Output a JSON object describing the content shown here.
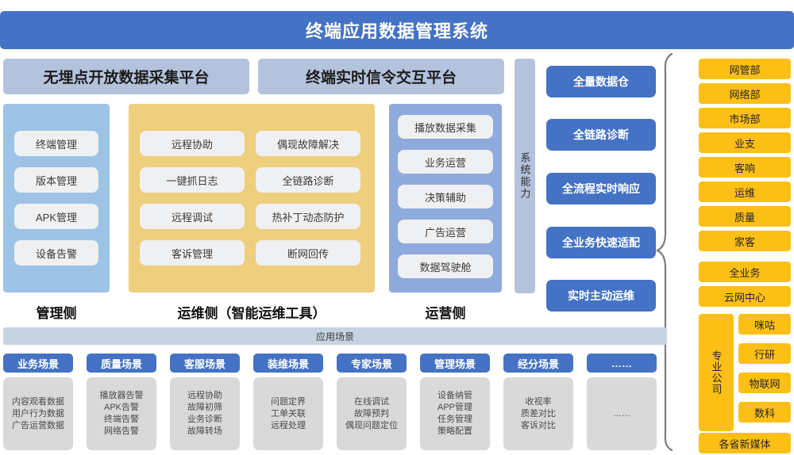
{
  "header": {
    "title": "终端应用数据管理系统"
  },
  "platforms": [
    {
      "label": "无埋点开放数据采集平台"
    },
    {
      "label": "终端实时信令交互平台"
    }
  ],
  "panels": {
    "manage": {
      "caption": "管理侧",
      "color": "#9dc3e6",
      "items": [
        "终端管理",
        "版本管理",
        "APK管理",
        "设备告警"
      ]
    },
    "ops": {
      "caption": "运维侧（智能运维工具）",
      "color": "#eecf7e",
      "col_a": [
        "远程协助",
        "一键抓日志",
        "远程调试",
        "客诉管理"
      ],
      "col_b": [
        "偶现故障解决",
        "全链路诊断",
        "热补丁动态防护",
        "断网回传"
      ]
    },
    "biz": {
      "caption": "运营侧",
      "color": "#8faadc",
      "items": [
        "播放数据采集",
        "业务运营",
        "决策辅助",
        "广告运营",
        "数据驾驶舱"
      ]
    }
  },
  "system_capability": {
    "strip_label": "系统能力",
    "buttons": [
      "全量数据仓",
      "全链路诊断",
      "全流程实时响应",
      "全业务快速适配",
      "实时主动运维"
    ]
  },
  "organizations": {
    "simple": [
      "网管部",
      "网络部",
      "市场部",
      "业支",
      "客响",
      "运维",
      "质量",
      "家客",
      "全业务",
      "云网中心"
    ],
    "group": {
      "label": "专业公司",
      "items": [
        "咪咕",
        "行研",
        "物联网",
        "数科"
      ]
    },
    "last": "各省新媒体"
  },
  "scenarios": {
    "bar_label": "应用场景",
    "columns": [
      {
        "head": "业务场景",
        "lines": [
          "内容观看数据",
          "用户行为数据",
          "广告运营数据"
        ]
      },
      {
        "head": "质量场景",
        "lines": [
          "播放器告警",
          "APK告警",
          "终端告警",
          "网络告警"
        ]
      },
      {
        "head": "客服场景",
        "lines": [
          "远程协助",
          "故障初筛",
          "业务诊断",
          "故障转场"
        ]
      },
      {
        "head": "装维场景",
        "lines": [
          "问题定界",
          "工单关联",
          "远程处理"
        ]
      },
      {
        "head": "专家场景",
        "lines": [
          "在线调试",
          "故障预判",
          "偶现问题定位"
        ]
      },
      {
        "head": "管理场景",
        "lines": [
          "设备纳管",
          "APP管理",
          "任务管理",
          "策略配置"
        ]
      },
      {
        "head": "经分场景",
        "lines": [
          "收视率",
          "质差对比",
          "客诉对比"
        ]
      },
      {
        "head": "……",
        "lines": [
          "……"
        ]
      }
    ]
  },
  "colors": {
    "brand_blue": "#4472c4",
    "light_blue": "#b4c3dd",
    "panel_manage": "#9dc3e6",
    "panel_ops": "#eecf7e",
    "panel_biz": "#8faadc",
    "orange": "#fcbf15",
    "chip_gray": "#eff0f1",
    "scenario_gray": "#d9d9d9"
  }
}
